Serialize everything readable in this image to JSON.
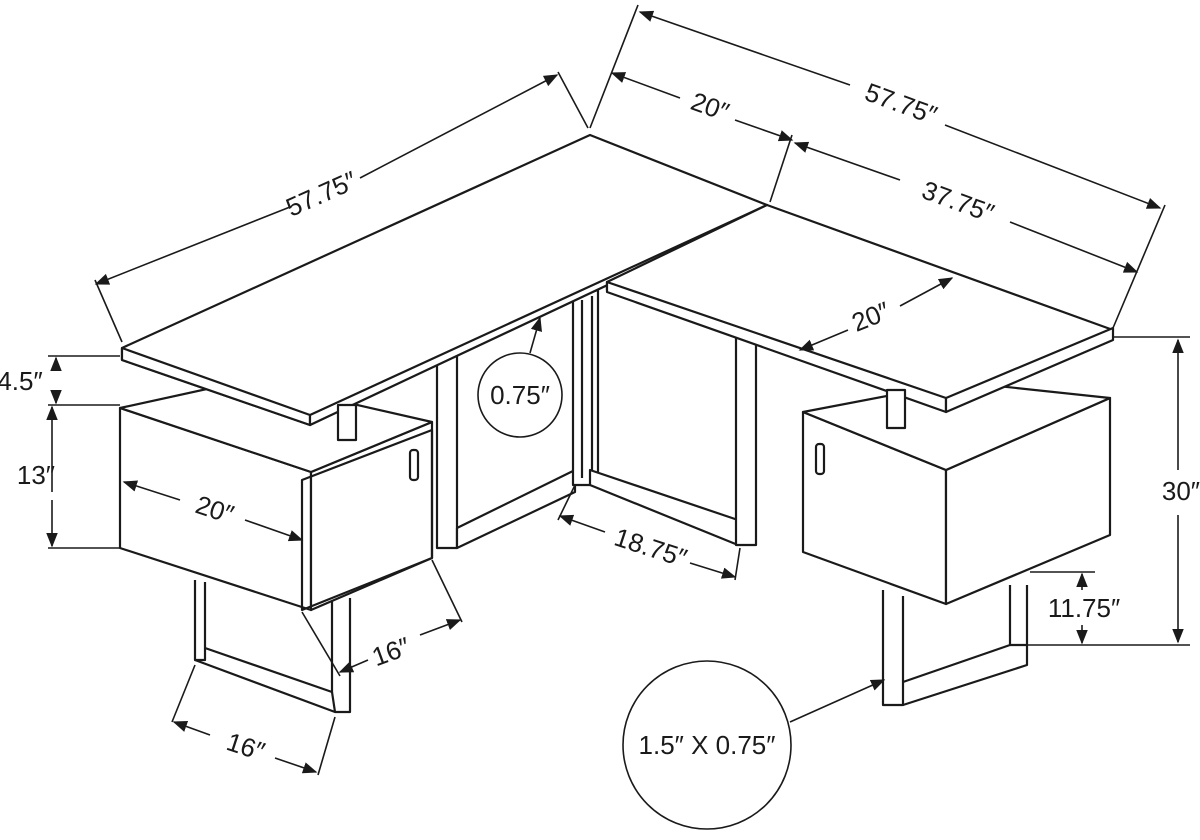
{
  "diagram": {
    "dimensions": {
      "top_left_length": "57.75″",
      "top_right_length": "57.75″",
      "right_return_depth": "20″",
      "right_return_length": "37.75″",
      "right_top_depth": "20″",
      "shelf_gap_height": "4.5″",
      "cabinet_height": "13″",
      "cabinet_width": "20″",
      "cabinet_depth": "16″",
      "leg_frame_depth": "16″",
      "panel_thickness": "0.75″",
      "center_opening": "18.75″",
      "total_height": "30″",
      "leg_clearance": "11.75″",
      "leg_profile": "1.5″ X 0.75″"
    }
  }
}
